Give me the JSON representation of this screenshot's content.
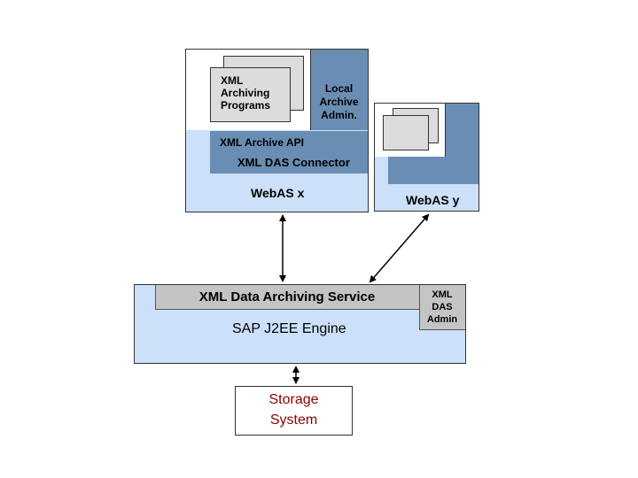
{
  "webas_x": {
    "programs_label": [
      "XML",
      "Archiving",
      "Programs"
    ],
    "local_admin_label": [
      "Local",
      "Archive",
      "Admin."
    ],
    "archive_api_label": "XML Archive API",
    "das_connector_label": "XML DAS Connector",
    "title": "WebAS x"
  },
  "webas_y": {
    "title": "WebAS y"
  },
  "j2ee": {
    "das_label": "XML Data Archiving Service",
    "das_admin_label": [
      "XML",
      "DAS",
      "Admin"
    ],
    "title": "SAP J2EE Engine"
  },
  "storage": {
    "label": [
      "Storage",
      "System"
    ],
    "text_color": "#8b0000"
  },
  "colors": {
    "light_blue": "#cce0fa",
    "steel_blue": "#6a8db4",
    "grey": "#dcdcdc"
  }
}
